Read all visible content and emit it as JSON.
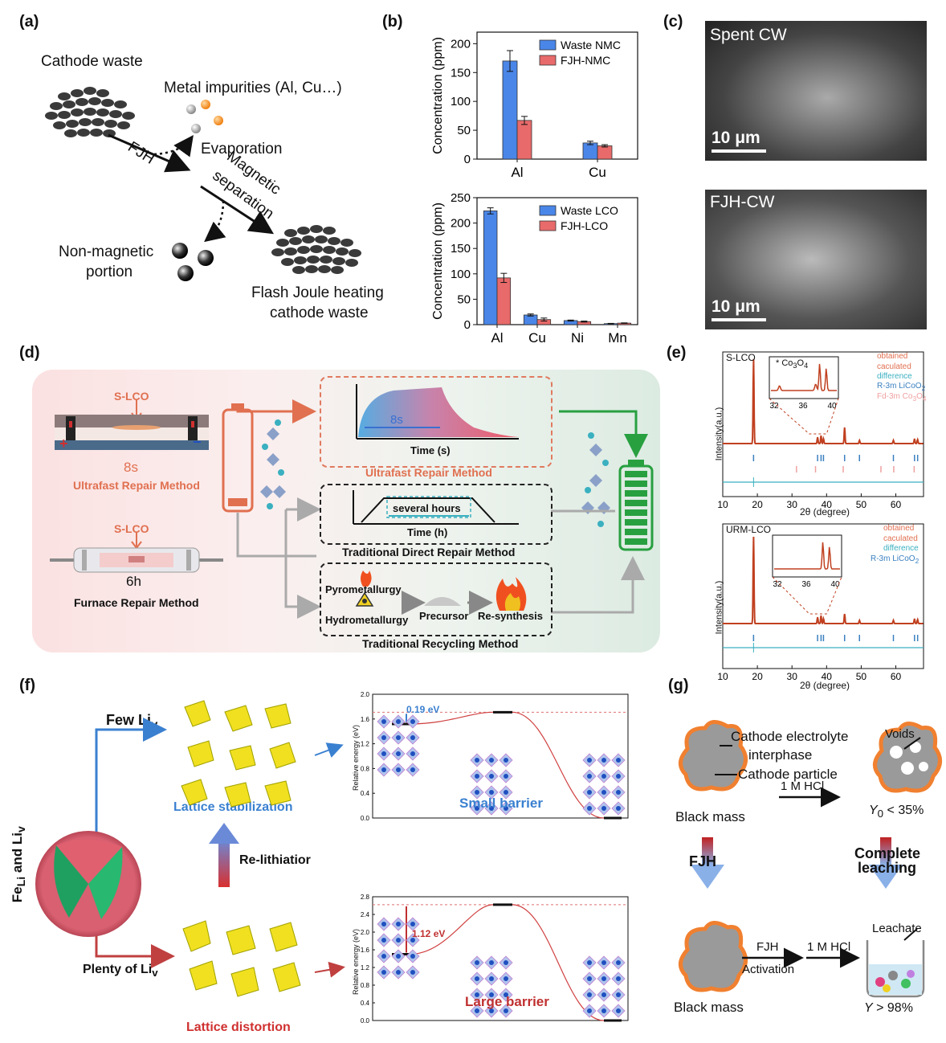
{
  "panels": {
    "a": {
      "label": "(a)",
      "cathode_waste": "Cathode waste",
      "metal_impurities": "Metal impurities (Al, Cu…)",
      "evaporation": "Evaporation",
      "fjh": "FJH",
      "magnetic_separation_1": "Magnetic",
      "magnetic_separation_2": "separation",
      "non_magnetic_1": "Non-magnetic",
      "non_magnetic_2": "portion",
      "flash_1": "Flash Joule heating",
      "flash_2": "cathode waste"
    },
    "b": {
      "label": "(b)"
    },
    "c": {
      "label": "(c)",
      "top_label": "Spent CW",
      "bottom_label": "FJH-CW",
      "scale_top": "10 μm",
      "scale_bottom": "10 μm"
    },
    "d": {
      "label": "(d)",
      "slco_top": "S-LCO",
      "time_8s": "8s",
      "ultrafast_left": "Ultrafast Repair Method",
      "slco_bottom": "S-LCO",
      "time_6h": "6h",
      "furnace": "Furnace Repair Method",
      "graph_8s": "8s",
      "time_s": "Time (s)",
      "ultrafast_box": "Ultrafast Repair Method",
      "several_hours": "several hours",
      "time_h": "Time (h)",
      "direct_repair": "Traditional Direct Repair Method",
      "pyro": "Pyrometallurgy",
      "hydro": "Hydrometallurgy",
      "precursor": "Precursor",
      "resynthesis": "Re-synthesis",
      "recycling": "Traditional Recycling Method"
    },
    "e": {
      "label": "(e)",
      "top_title": "S-LCO",
      "inset_marker": "* Co",
      "inset_sub": "3",
      "inset_o": "O",
      "inset_sub2": "4",
      "legend_obtained": "obtained",
      "legend_calc": "caculated",
      "legend_diff": "difference",
      "legend_r3m": "R-3m LiCoO",
      "legend_r3m_sub": "2",
      "legend_fd3m": "Fd-3m Co",
      "legend_fd3m_sub": "3",
      "legend_fd3m_o": "O",
      "legend_fd3m_sub2": "4",
      "ylabel": "Intensity(a.u.)",
      "xlabel": "2θ (degree)",
      "bottom_title": "URM-LCO",
      "inset_ticks_top": [
        "32",
        "36",
        "40"
      ],
      "inset_ticks_bottom": [
        "32",
        "36",
        "40"
      ],
      "x_ticks": [
        "10",
        "20",
        "30",
        "40",
        "50",
        "60"
      ]
    },
    "f": {
      "label": "(f)",
      "few": "Few Li",
      "few_sub": "v",
      "plenty": "Plenty of Li",
      "plenty_sub": "v",
      "side_1": "Fe",
      "side_1_sub": "Li",
      "side_2": " and Li",
      "side_2_sub": "v",
      "stabilization": "Lattice stabilization",
      "distortion": "Lattice distortion",
      "relithiation": "Re-lithiatior",
      "small_barrier": "Small barrier",
      "large_barrier": "Large barrier",
      "ev_small": "0.19 eV",
      "ev_large": "1.12 eV",
      "ylabel": "Relative energy (eV)",
      "ticks_top": [
        "2.0",
        "1.6",
        "1.2",
        "0.8",
        "0.4",
        "0.0"
      ],
      "ticks_bottom": [
        "2.8",
        "2.4",
        "2.0",
        "1.6",
        "1.2",
        "0.8",
        "0.4",
        "0.0"
      ]
    },
    "g": {
      "label": "(g)",
      "cei_1": "Cathode electrolyte",
      "cei_2": "interphase",
      "particle": "Cathode particle",
      "voids": "Voids",
      "black_mass_top": "Black mass",
      "hcl_top": "1 M HCl",
      "y0_sym": "Y",
      "y0_sub": "0",
      "y0_val": " < 35%",
      "fjh": "FJH",
      "complete_1": "Complete",
      "complete_2": "leaching",
      "black_mass_bottom": "Black mass",
      "fjh_small": "FJH",
      "activation": "Activation",
      "hcl_bottom": "1 M HCl",
      "leachate": "Leachate",
      "y_sym": "Y",
      "y_val": " > 98%"
    }
  },
  "chart_data": [
    {
      "type": "bar",
      "ylabel": "Concentration (ppm)",
      "categories": [
        "Al",
        "Cu"
      ],
      "ylim": [
        0,
        220
      ],
      "yticks": [
        "0",
        "50",
        "100",
        "150",
        "200"
      ],
      "series": [
        {
          "name": "Waste NMC",
          "values": [
            170,
            28
          ],
          "errors": [
            18,
            3
          ],
          "color": "#4a86e8"
        },
        {
          "name": "FJH-NMC",
          "values": [
            67,
            23
          ],
          "errors": [
            7,
            2
          ],
          "color": "#e86a6a"
        }
      ],
      "legend": "top-right"
    },
    {
      "type": "bar",
      "ylabel": "Concentration (ppm)",
      "categories": [
        "Al",
        "Cu",
        "Ni",
        "Mn"
      ],
      "ylim": [
        0,
        250
      ],
      "yticks": [
        "0",
        "50",
        "100",
        "150",
        "200",
        "250"
      ],
      "series": [
        {
          "name": "Waste LCO",
          "values": [
            224,
            19,
            8,
            2
          ],
          "errors": [
            6,
            2,
            1,
            0.5
          ],
          "color": "#4a86e8"
        },
        {
          "name": "FJH-LCO",
          "values": [
            92,
            10,
            6,
            3
          ],
          "errors": [
            9,
            3,
            1,
            0.5
          ],
          "color": "#e86a6a"
        }
      ],
      "legend": "top-right"
    }
  ]
}
